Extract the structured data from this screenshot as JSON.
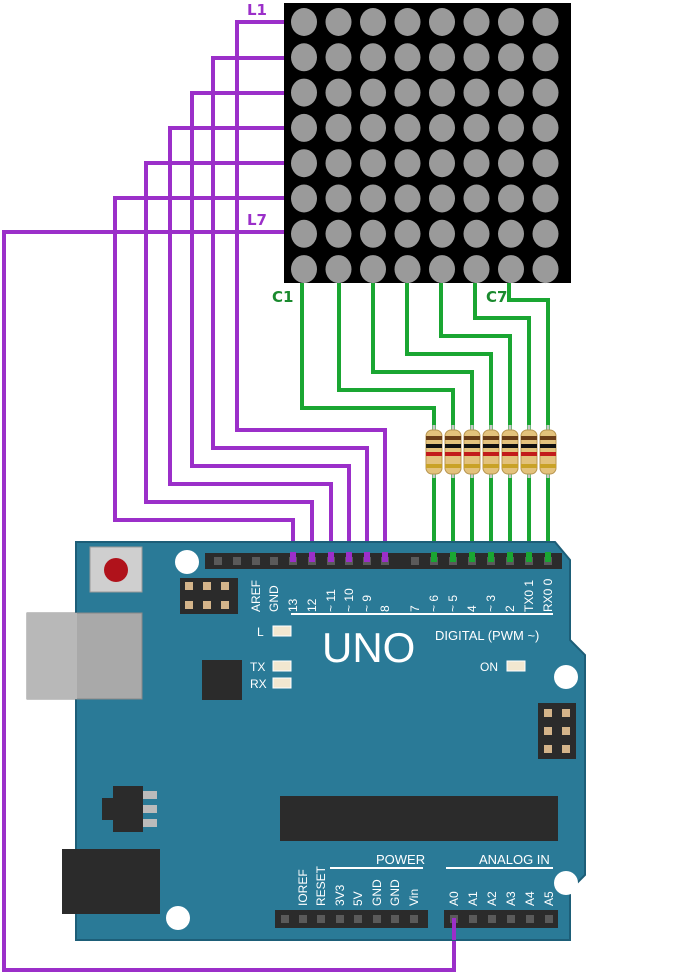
{
  "colors": {
    "row_wire": "#9b2fc9",
    "col_wire": "#1aa632",
    "board": "#2a7a97",
    "board_edge": "#1d5e78",
    "matrix_bg": "#000000",
    "led": "#9a9a9a",
    "header": "#2b2b2b",
    "silk": "#ffffff"
  },
  "matrix": {
    "rows": 8,
    "cols": 8,
    "row_labels": {
      "first": "L1",
      "last": "L7"
    },
    "col_labels": {
      "first": "C1",
      "last": "C7"
    }
  },
  "board": {
    "logo": "UNO",
    "digital_label": "DIGITAL (PWM ~)",
    "digital_pins": [
      "AREF",
      "GND",
      "13",
      "12",
      "~ 11",
      "~ 10",
      "~ 9",
      "8",
      "7",
      "~ 6",
      "~ 5",
      "4",
      "~ 3",
      "2",
      "TX0 1",
      "RX0 0"
    ],
    "power_label": "POWER",
    "power_pins": [
      "IOREF",
      "RESET",
      "3V3",
      "5V",
      "GND",
      "GND",
      "Vin"
    ],
    "analog_label": "ANALOG IN",
    "analog_pins": [
      "A0",
      "A1",
      "A2",
      "A3",
      "A4",
      "A5"
    ],
    "led_labels": {
      "l": "L",
      "tx": "TX",
      "rx": "RX",
      "on": "ON"
    }
  },
  "resistors": {
    "count": 7
  }
}
